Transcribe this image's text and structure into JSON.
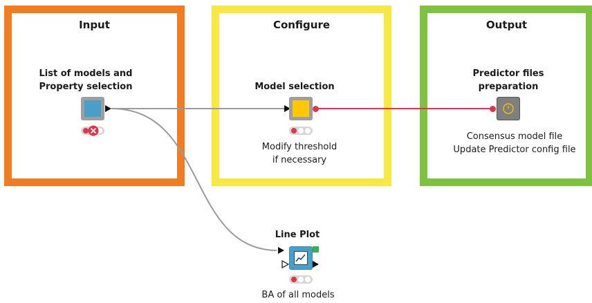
{
  "annotations": {
    "input": {
      "title": "Input",
      "color": "#f47c20"
    },
    "configure": {
      "title": "Configure",
      "color": "#f7e842"
    },
    "output": {
      "title": "Output",
      "color": "#7ec23f"
    }
  },
  "nodes": {
    "models": {
      "label_line1": "List of models and",
      "label_line2": "Property selection",
      "icon": "table-creator-icon",
      "color": "#4a9fc8",
      "status": "error"
    },
    "model_selection": {
      "label": "Model selection",
      "desc_line1": "Modify threshold",
      "desc_line2": "if necessary",
      "icon": "component-node-icon",
      "color": "#ffc800",
      "status": "idle"
    },
    "predictor": {
      "label_line1": "Predictor files",
      "label_line2": "preparation",
      "desc_line1": "Consensus model file",
      "desc_line2": "Update Predictor config file",
      "icon": "metanode-icon",
      "color": "#7f7f7f"
    },
    "line_plot": {
      "label": "Line Plot",
      "desc": "BA of all models",
      "icon": "line-plot-icon",
      "color": "#4a9fc8",
      "status": "idle"
    }
  },
  "connections": {
    "data_color": "#9a9a9a",
    "flow_color": "#e0344a"
  }
}
